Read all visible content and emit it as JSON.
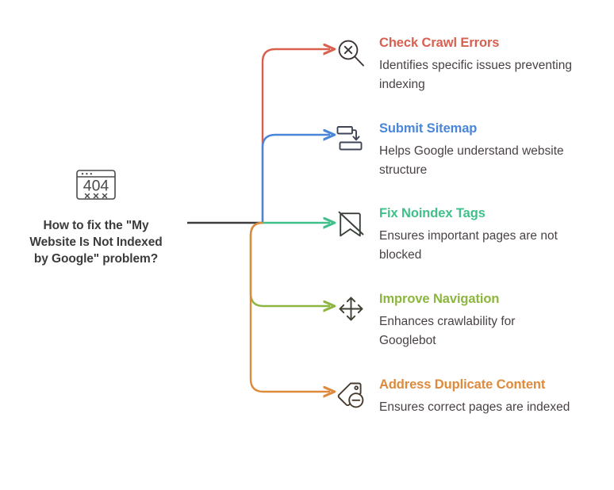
{
  "root": {
    "icon": "404-browser-window-icon",
    "icon_label": "404",
    "icon_sub_label": "xxx",
    "title": "How to fix the \"My Website Is Not Indexed by Google\" problem?",
    "title_color": "#3b3b3b",
    "stem_color": "#3d3d3d"
  },
  "palette": {
    "red": "#d9604f",
    "blue": "#4a86d8",
    "green": "#3fc08a",
    "olive": "#8cb63f",
    "orange": "#dd8a3c",
    "description_text": "#4a4242"
  },
  "branches": [
    {
      "icon": "search-error-icon",
      "icon_color": "#3e3535",
      "title": "Check Crawl Errors",
      "title_color": "#d9604f",
      "description": "Identifies specific issues preventing indexing",
      "connector_color": "#d9604f"
    },
    {
      "icon": "submit-sitemap-icon",
      "icon_color": "#3f4557",
      "title": "Submit Sitemap",
      "title_color": "#4a86d8",
      "description": "Helps Google understand website structure",
      "connector_color": "#4a86d8"
    },
    {
      "icon": "bookmark-off-icon",
      "icon_color": "#384039",
      "title": "Fix Noindex Tags",
      "title_color": "#3fc08a",
      "description": "Ensures important pages are not blocked",
      "connector_color": "#3fc08a"
    },
    {
      "icon": "move-arrows-icon",
      "icon_color": "#3e4033",
      "title": "Improve Navigation",
      "title_color": "#8cb63f",
      "description": "Enhances crawlability for Googlebot",
      "connector_color": "#8cb63f"
    },
    {
      "icon": "tag-remove-icon",
      "icon_color": "#473a2f",
      "title": "Address Duplicate Content",
      "title_color": "#dd8a3c",
      "description": "Ensures correct pages are indexed",
      "connector_color": "#dd8a3c"
    }
  ]
}
